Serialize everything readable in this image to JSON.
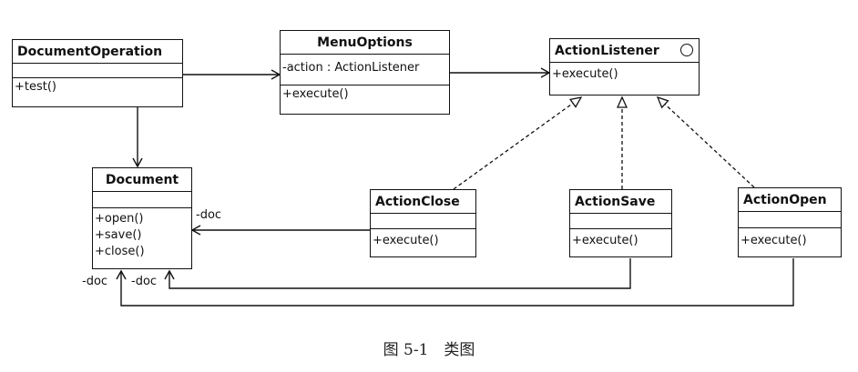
{
  "classes": {
    "document_operation": {
      "name": "DocumentOperation",
      "operations": [
        "+test()"
      ]
    },
    "menu_options": {
      "name": "MenuOptions",
      "attributes": [
        "-action : ActionListener"
      ],
      "operations": [
        "+execute()"
      ]
    },
    "action_listener": {
      "name": "ActionListener",
      "operations": [
        "+execute()"
      ]
    },
    "document": {
      "name": "Document",
      "operations": [
        "+open()",
        "+save()",
        "+close()"
      ]
    },
    "action_close": {
      "name": "ActionClose",
      "operations": [
        "+execute()"
      ]
    },
    "action_save": {
      "name": "ActionSave",
      "operations": [
        "+execute()"
      ]
    },
    "action_open": {
      "name": "ActionOpen",
      "operations": [
        "+execute()"
      ]
    }
  },
  "edge_labels": {
    "close_doc": "-doc",
    "open_doc": "-doc",
    "save_doc": "-doc"
  },
  "caption": "图 5-1　类图"
}
